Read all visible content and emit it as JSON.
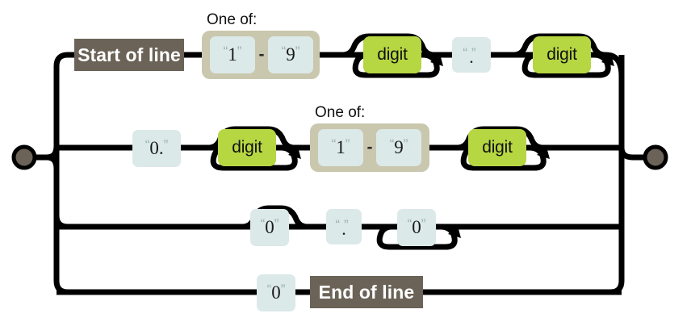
{
  "diagram": {
    "type": "railroad-syntax-diagram",
    "title": "",
    "colors": {
      "background": "#ffffff",
      "rail": "#000000",
      "literal_box": "#dbe9e8",
      "nonterminal_box": "#b6d642",
      "anchor_box": "#6b6357",
      "anchor_text": "#ffffff",
      "group_box": "#c9c7ae",
      "terminal_dot_fill": "#6b6357",
      "terminal_dot_stroke": "#000000"
    },
    "start_terminal": {
      "name": "start-point",
      "shape": "circle"
    },
    "end_terminal": {
      "name": "end-point",
      "shape": "circle"
    },
    "branches": [
      {
        "id": "branch-1",
        "nodes": [
          {
            "kind": "anchor",
            "label": "Start of line"
          },
          {
            "kind": "group",
            "group_label": "One of:",
            "items": [
              {
                "kind": "literal",
                "value": "1",
                "display": "“1”"
              },
              {
                "kind": "separator",
                "value": "-"
              },
              {
                "kind": "literal",
                "value": "9",
                "display": "“9”"
              }
            ]
          },
          {
            "kind": "nonterminal",
            "label": "digit",
            "optional": true,
            "repeat": true
          },
          {
            "kind": "literal",
            "value": ".",
            "display": "“.”"
          },
          {
            "kind": "nonterminal",
            "label": "digit",
            "optional": true,
            "repeat": true
          }
        ]
      },
      {
        "id": "branch-2",
        "nodes": [
          {
            "kind": "literal",
            "value": "0.",
            "display": "“0.”"
          },
          {
            "kind": "nonterminal",
            "label": "digit",
            "optional": true,
            "repeat": true
          },
          {
            "kind": "group",
            "group_label": "One of:",
            "items": [
              {
                "kind": "literal",
                "value": "1",
                "display": "“1”"
              },
              {
                "kind": "separator",
                "value": "-"
              },
              {
                "kind": "literal",
                "value": "9",
                "display": "“9”"
              }
            ]
          },
          {
            "kind": "nonterminal",
            "label": "digit",
            "optional": true,
            "repeat": true
          }
        ]
      },
      {
        "id": "branch-3",
        "nodes": [
          {
            "kind": "literal",
            "value": "0",
            "display": "“0”",
            "optional": true
          },
          {
            "kind": "literal",
            "value": ".",
            "display": "“.”"
          },
          {
            "kind": "literal",
            "value": "0",
            "display": "“0”",
            "repeat": true
          }
        ]
      },
      {
        "id": "branch-4",
        "nodes": [
          {
            "kind": "literal",
            "value": "0",
            "display": "“0”"
          },
          {
            "kind": "anchor",
            "label": "End of line"
          }
        ]
      }
    ],
    "labels": {
      "one_of": "One of:",
      "start_of_line": "Start of line",
      "end_of_line": "End of line",
      "digit": "digit",
      "separator": "-",
      "quote_open": "“",
      "quote_close": "”",
      "lit_1": "1",
      "lit_9": "9",
      "lit_0": "0",
      "lit_0dot": "0.",
      "lit_dot": "."
    }
  }
}
